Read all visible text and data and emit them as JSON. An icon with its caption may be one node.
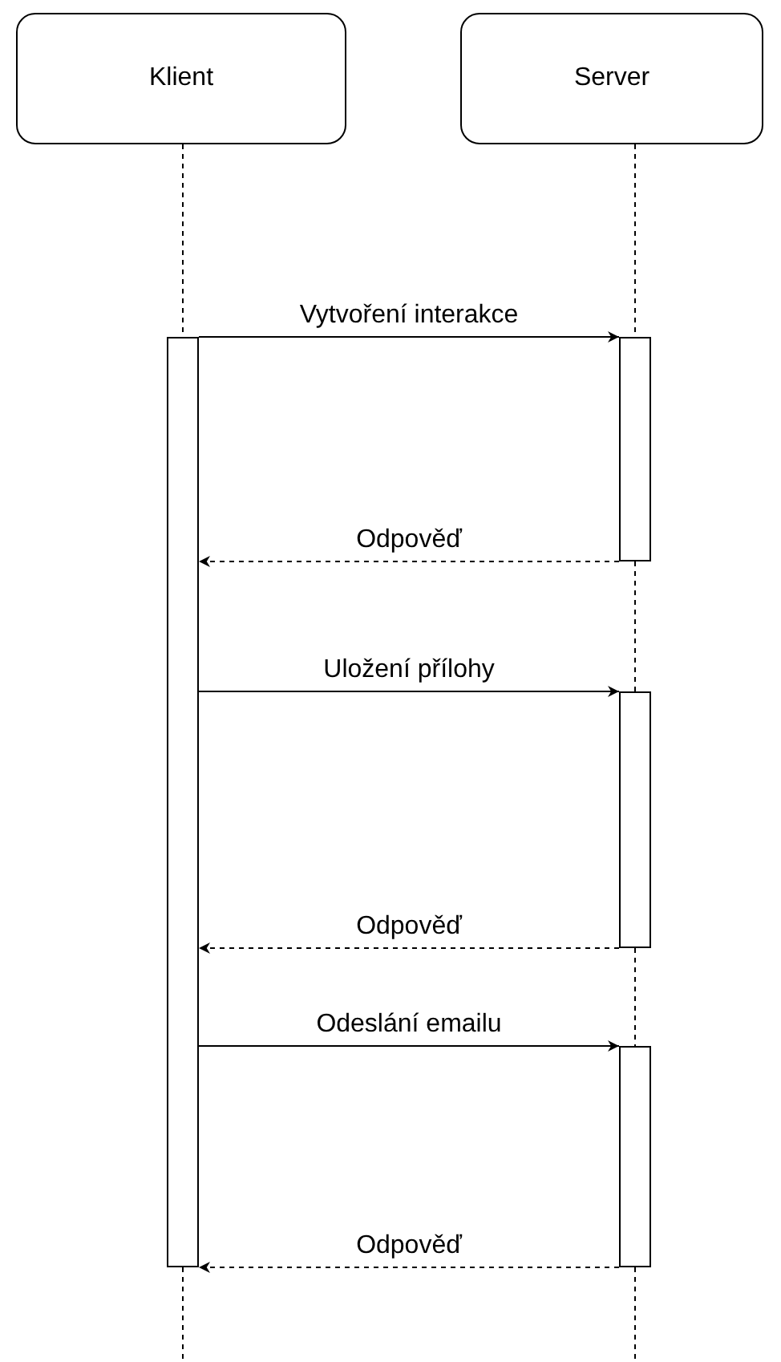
{
  "diagram": {
    "nodes": [
      {
        "text": [
          "Klient"
        ]
      },
      {
        "text": [
          "Server"
        ]
      },
      {
        "text": [],
        "shape": "bar"
      },
      {
        "text": [],
        "shape": "bar"
      },
      {
        "text": [],
        "shape": "bar"
      },
      {
        "text": [],
        "shape": "bar"
      }
    ],
    "edges": [
      {
        "from": 0,
        "to": 2,
        "arrow": "none",
        "style": "dashed"
      },
      {
        "from": 1,
        "to": 3,
        "arrow": "none",
        "style": "dashed"
      },
      {
        "from": 3,
        "to": 4,
        "arrow": "none",
        "style": "dashed"
      },
      {
        "from": 4,
        "to": 5,
        "arrow": "none",
        "style": "dashed"
      },
      {
        "from": 2,
        "to": 3,
        "arrow": "to",
        "label": "Vytvoření interakce"
      },
      {
        "from": 3,
        "to": 2,
        "arrow": "to",
        "label": "Odpověď",
        "style": "dashed"
      },
      {
        "from": 2,
        "to": 4,
        "arrow": "to",
        "label": "Uložení přílohy"
      },
      {
        "from": 4,
        "to": 2,
        "arrow": "to",
        "label": "Odpověď",
        "style": "dashed"
      },
      {
        "from": 2,
        "to": 5,
        "arrow": "to",
        "label": "Odeslání emailu"
      },
      {
        "from": 5,
        "to": 2,
        "arrow": "to",
        "label": "Odpověď",
        "style": "dashed"
      }
    ]
  }
}
